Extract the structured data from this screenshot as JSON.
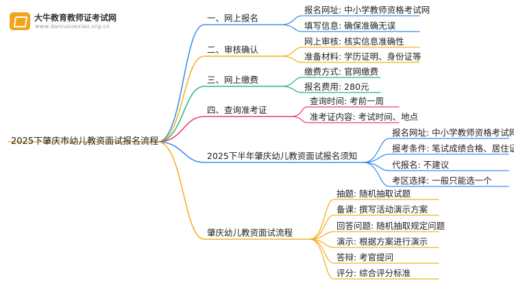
{
  "logo": {
    "name": "大牛教育教师证考试网",
    "url": "www.daniuxuexiao.org.cn",
    "accent": "#f2a51a"
  },
  "root": {
    "label": "2025下肇庆市幼儿教资面试报名流程"
  },
  "branches": [
    {
      "label": "一、网上报名",
      "color": "#3d8ee8",
      "children": [
        "报名网址: 中小学教师资格考试网",
        "填写信息: 确保准确无误"
      ]
    },
    {
      "label": "二、审核确认",
      "color": "#f2b21b",
      "children": [
        "网上审核: 核实信息准确性",
        "准备材料: 学历证明、身份证等"
      ]
    },
    {
      "label": "三、网上缴费",
      "color": "#27b67f",
      "children": [
        "缴费方式: 官网缴费",
        "报名费用: 280元"
      ]
    },
    {
      "label": "四、查询准考证",
      "color": "#ec3b68",
      "children": [
        "查询时间: 考前一周",
        "准考证内容: 考试时间、地点"
      ]
    },
    {
      "label": "2025下半年肇庆幼儿教资面试报名须知",
      "color": "#3d8ee8",
      "children": [
        "报名网址: 中小学教师资格考试网",
        "报考条件: 笔试成绩合格、居住证",
        "代报名: 不建议",
        "考区选择: 一般只能选一个"
      ]
    },
    {
      "label": "肇庆幼儿教资面试流程",
      "color": "#f2b21b",
      "children": [
        "抽题: 随机抽取试题",
        "备课: 撰写活动演示方案",
        "回答问题: 随机抽取规定问题",
        "演示: 根据方案进行演示",
        "答辩: 考官提问",
        "评分: 综合评分标准"
      ]
    }
  ]
}
